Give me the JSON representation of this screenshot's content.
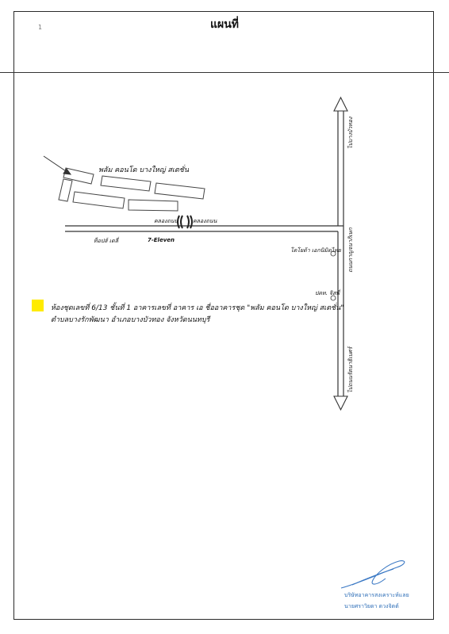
{
  "page": {
    "title": "แผนที่",
    "corner_mark": "1"
  },
  "map": {
    "project_name": "พลัม คอนโด บางใหญ่ สเตชั่น",
    "canal_left": "คลองถนน",
    "canal_right": "คลองถนน",
    "road_right_top": "ไปบางบัวทอง",
    "road_right_middle": "ถนนกาญจนาภิเษก",
    "road_right_bottom": "ไปถนนรัตนาธิเบศร์",
    "landmark_tops": "ท็อปส์ เดลี่",
    "landmark_7eleven": "7-Eleven",
    "landmark_toyota": "โตโยต้า เอกนิมิตไทย",
    "landmark_ptt": "ปตท. จิสพี่"
  },
  "legend": {
    "line1": "ห้องชุดเลขที่ 6/13  ชั้นที่ 1  อาคารเลขที่ อาคาร เอ  ชื่ออาคารชุด \"พลัม คอนโด บางใหญ่ สเตชั่น\"",
    "line2": "ตำบลบางรักพัฒนา  อำเภอบางบัวทอง  จังหวัดนนทบุรี",
    "color": "#ffeb00"
  },
  "stamp": {
    "line1": "บริษัทอาคารสงเคราะห์แลย",
    "line2": "นายศราวิยดา ดวงจิตต์",
    "color": "#2f6fb8"
  }
}
